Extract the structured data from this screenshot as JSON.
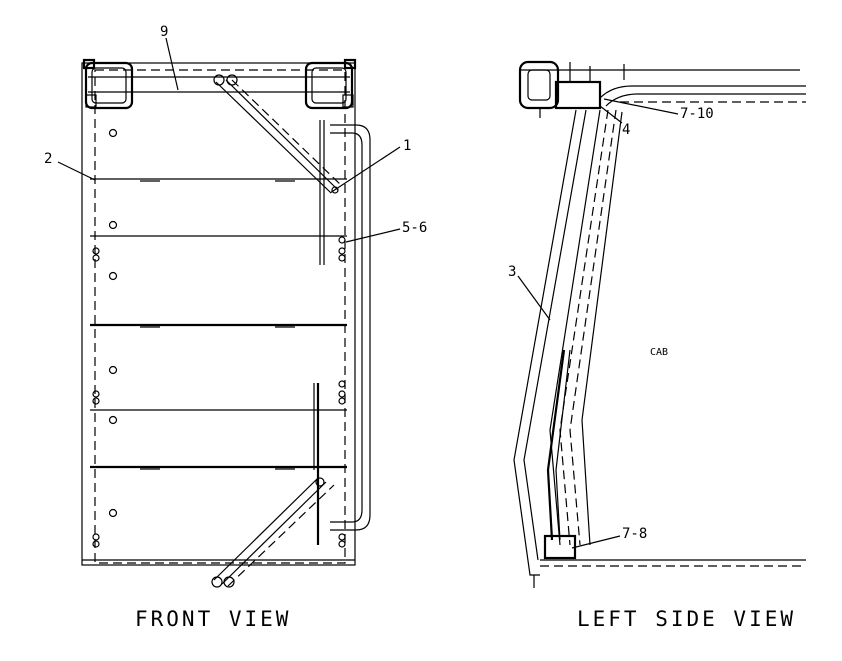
{
  "labels": {
    "front": {
      "l9": "9",
      "l2": "2",
      "l1": "1",
      "l56": "5-6",
      "caption": "FRONT VIEW"
    },
    "side": {
      "l710": "7-10",
      "l4": "4",
      "l3": "3",
      "cab": "CAB",
      "l78": "7-8",
      "caption": "LEFT SIDE VIEW"
    }
  }
}
